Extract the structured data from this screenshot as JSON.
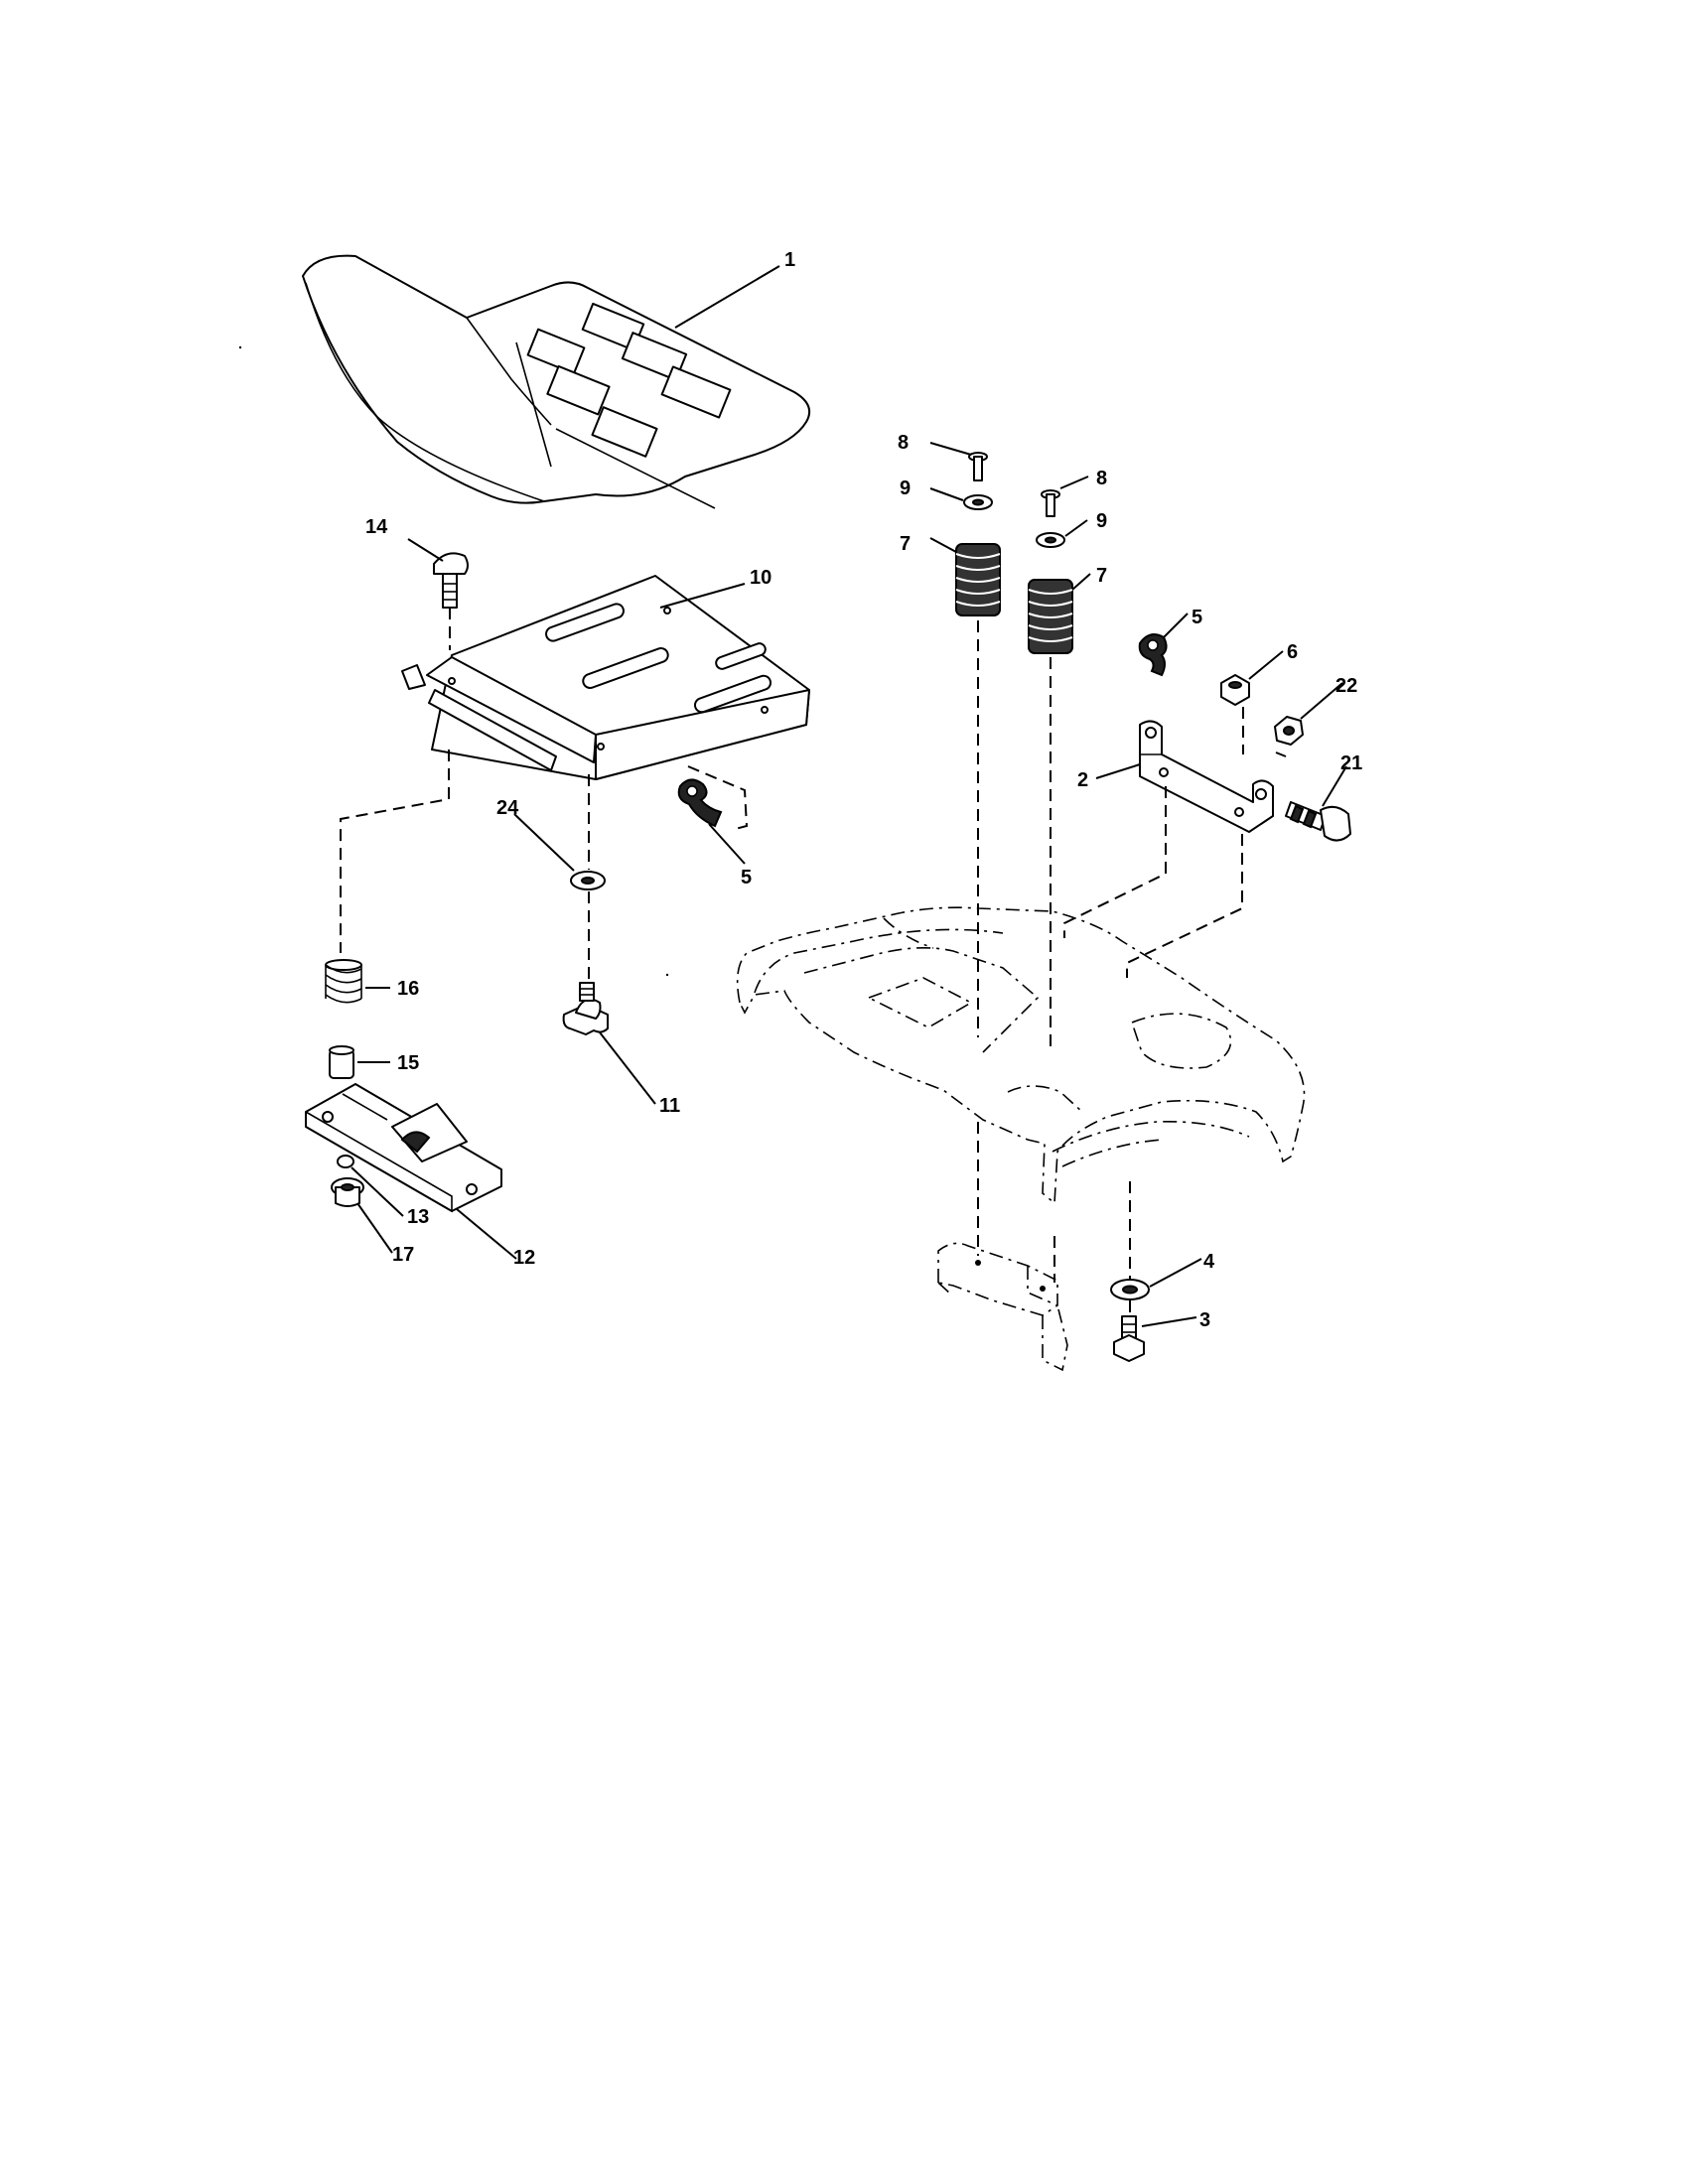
{
  "callouts": {
    "c1": "1",
    "c2": "2",
    "c3": "3",
    "c4": "4",
    "c5a": "5",
    "c5b": "5",
    "c6": "6",
    "c7a": "7",
    "c7b": "7",
    "c8a": "8",
    "c8b": "8",
    "c9a": "9",
    "c9b": "9",
    "c10": "10",
    "c11": "11",
    "c12": "12",
    "c13": "13",
    "c14": "14",
    "c15": "15",
    "c16": "16",
    "c17": "17",
    "c21": "21",
    "c22": "22",
    "c24": "24"
  },
  "colors": {
    "line": "#000000",
    "background": "#ffffff"
  }
}
